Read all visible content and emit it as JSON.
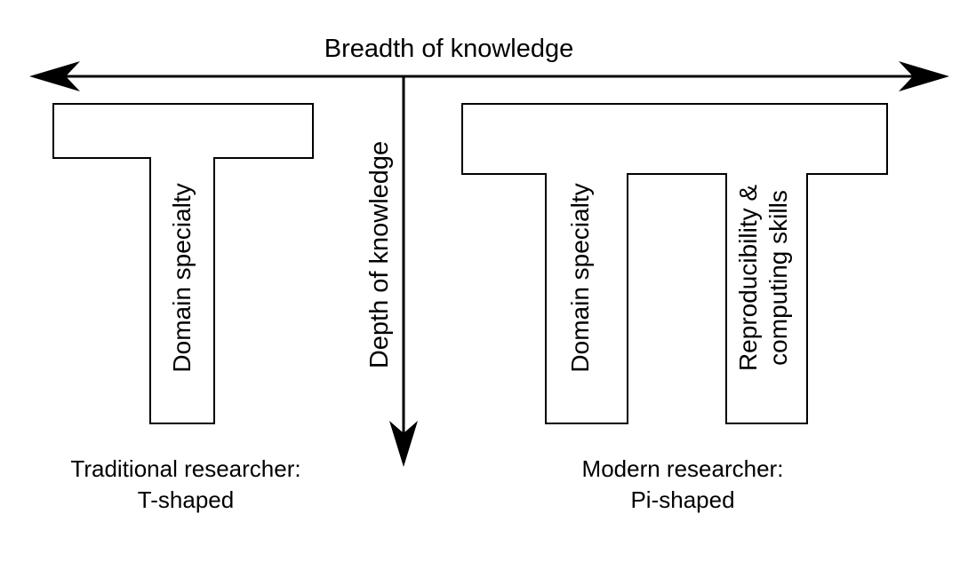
{
  "axes": {
    "horizontal_label": "Breadth of knowledge",
    "vertical_label": "Depth of knowledge"
  },
  "t_shape": {
    "stem_label": "Domain specialty",
    "caption_line1": "Traditional researcher:",
    "caption_line2": "T-shaped"
  },
  "pi_shape": {
    "left_stem_label": "Domain specialty",
    "right_stem_label_line1": "Reproducibility &",
    "right_stem_label_line2": "computing skills",
    "caption_line1": "Modern researcher:",
    "caption_line2": "Pi-shaped"
  }
}
